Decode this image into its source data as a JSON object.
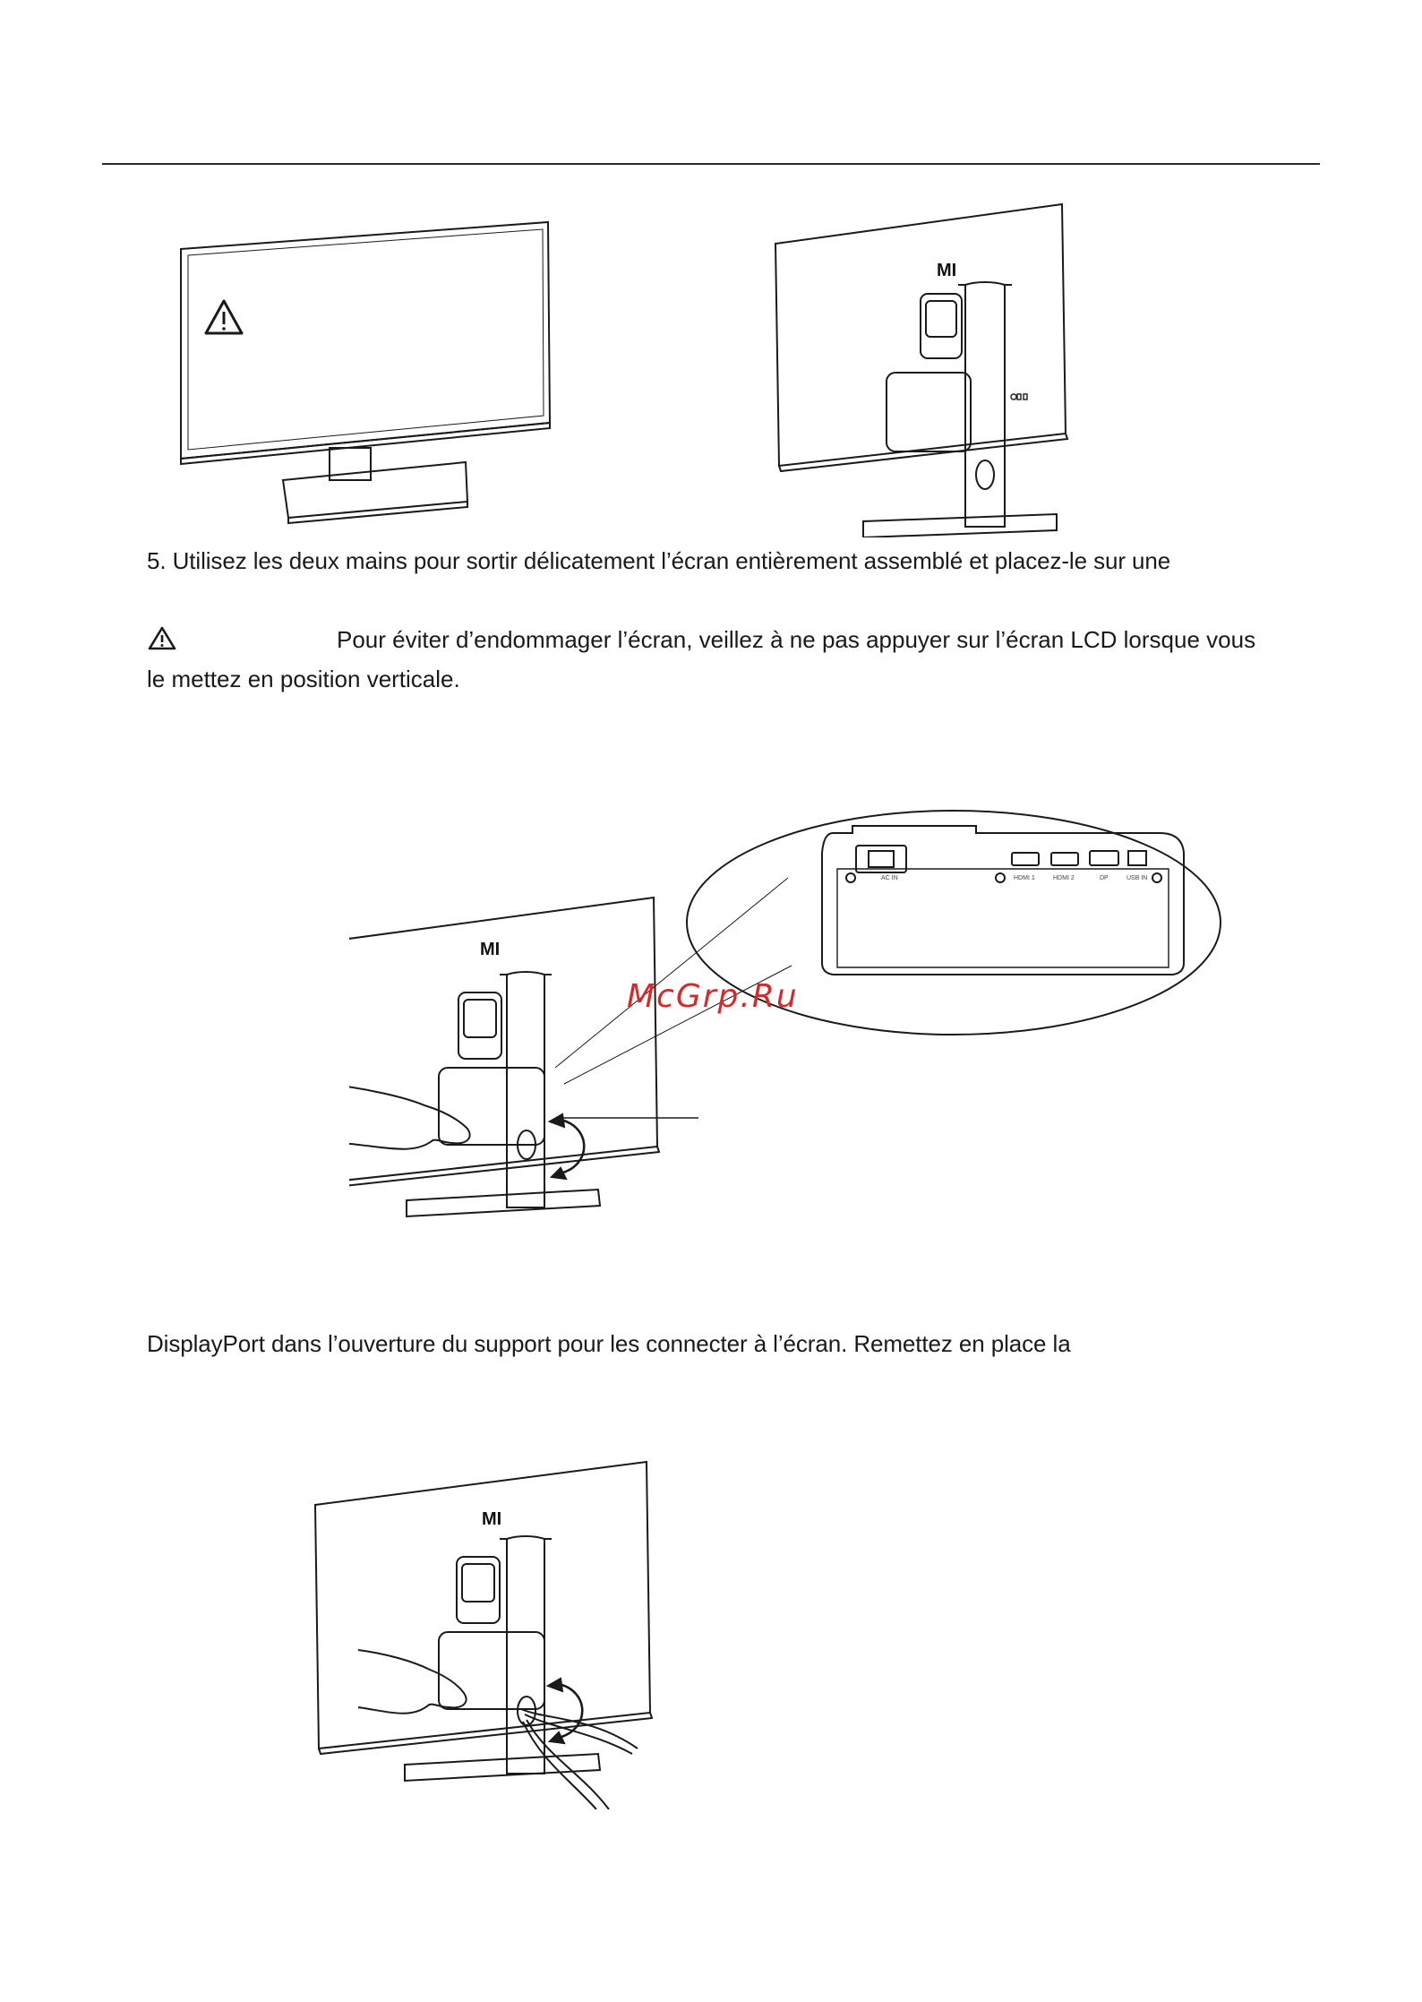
{
  "step5": {
    "text": "5. Utilisez les deux mains pour sortir délicatement l’écran entièrement assemblé et placez-le sur une"
  },
  "warning": {
    "icon": "warning-triangle-icon",
    "line1": "Pour éviter d’endommager l’écran, veillez à ne pas appuyer sur l’écran LCD lorsque vous",
    "line2": "le mettez en position verticale."
  },
  "step6": {
    "text": "DisplayPort dans l’ouverture du support pour les connecter à l’écran. Remettez en place la"
  },
  "ports": {
    "labels": [
      "AC IN",
      "HDMI 1",
      "HDMI 2",
      "DP",
      "USB IN"
    ]
  },
  "brand_logo": "MI",
  "watermark": "McGrp.Ru"
}
